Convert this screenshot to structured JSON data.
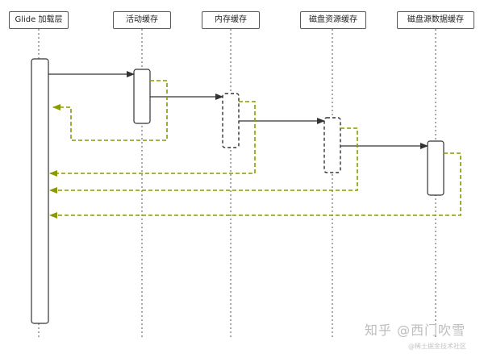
{
  "participants": [
    {
      "id": "glide",
      "label": "Glide 加载层"
    },
    {
      "id": "active",
      "label": "活动缓存"
    },
    {
      "id": "memory",
      "label": "内存缓存"
    },
    {
      "id": "disk_resource",
      "label": "磁盘资源缓存"
    },
    {
      "id": "disk_source",
      "label": "磁盘源数据缓存"
    }
  ],
  "messages": [
    {
      "from": "glide",
      "to": "active",
      "type": "request"
    },
    {
      "from": "active",
      "to": "memory",
      "type": "request"
    },
    {
      "from": "memory",
      "to": "disk_resource",
      "type": "request"
    },
    {
      "from": "disk_resource",
      "to": "disk_source",
      "type": "request"
    },
    {
      "from": "active",
      "to": "glide",
      "type": "return"
    },
    {
      "from": "memory",
      "to": "glide",
      "type": "return"
    },
    {
      "from": "disk_resource",
      "to": "glide",
      "type": "return"
    },
    {
      "from": "disk_source",
      "to": "glide",
      "type": "return"
    }
  ],
  "colors": {
    "request_arrow": "#333333",
    "return_arrow": "#8a9a00",
    "lifeline": "#555555"
  },
  "watermark": {
    "text": "知乎 @西门吹雪",
    "sub": "@稀土掘金技术社区"
  }
}
